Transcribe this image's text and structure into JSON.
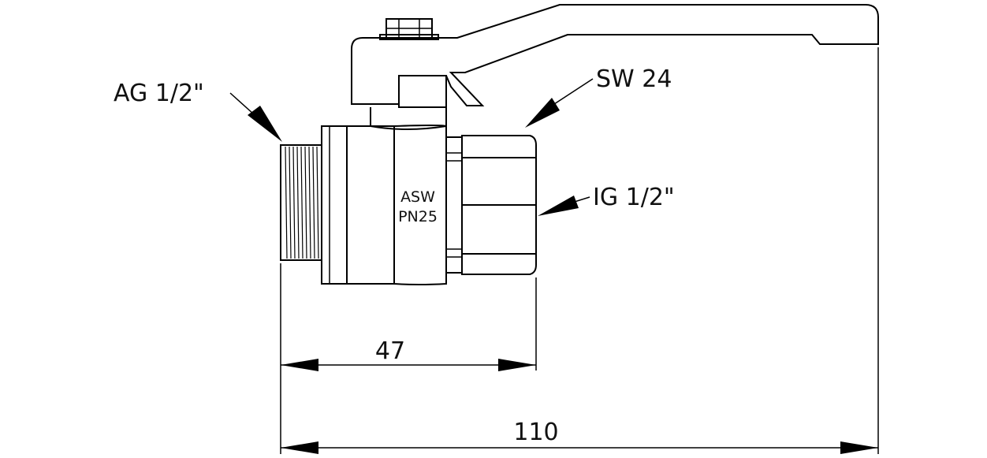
{
  "labels": {
    "ag": "AG 1/2\"",
    "sw": "SW 24",
    "ig": "IG 1/2\"",
    "stamp_line1": "ASW",
    "stamp_line2": "PN25",
    "dim_inner": "47",
    "dim_outer": "110"
  }
}
